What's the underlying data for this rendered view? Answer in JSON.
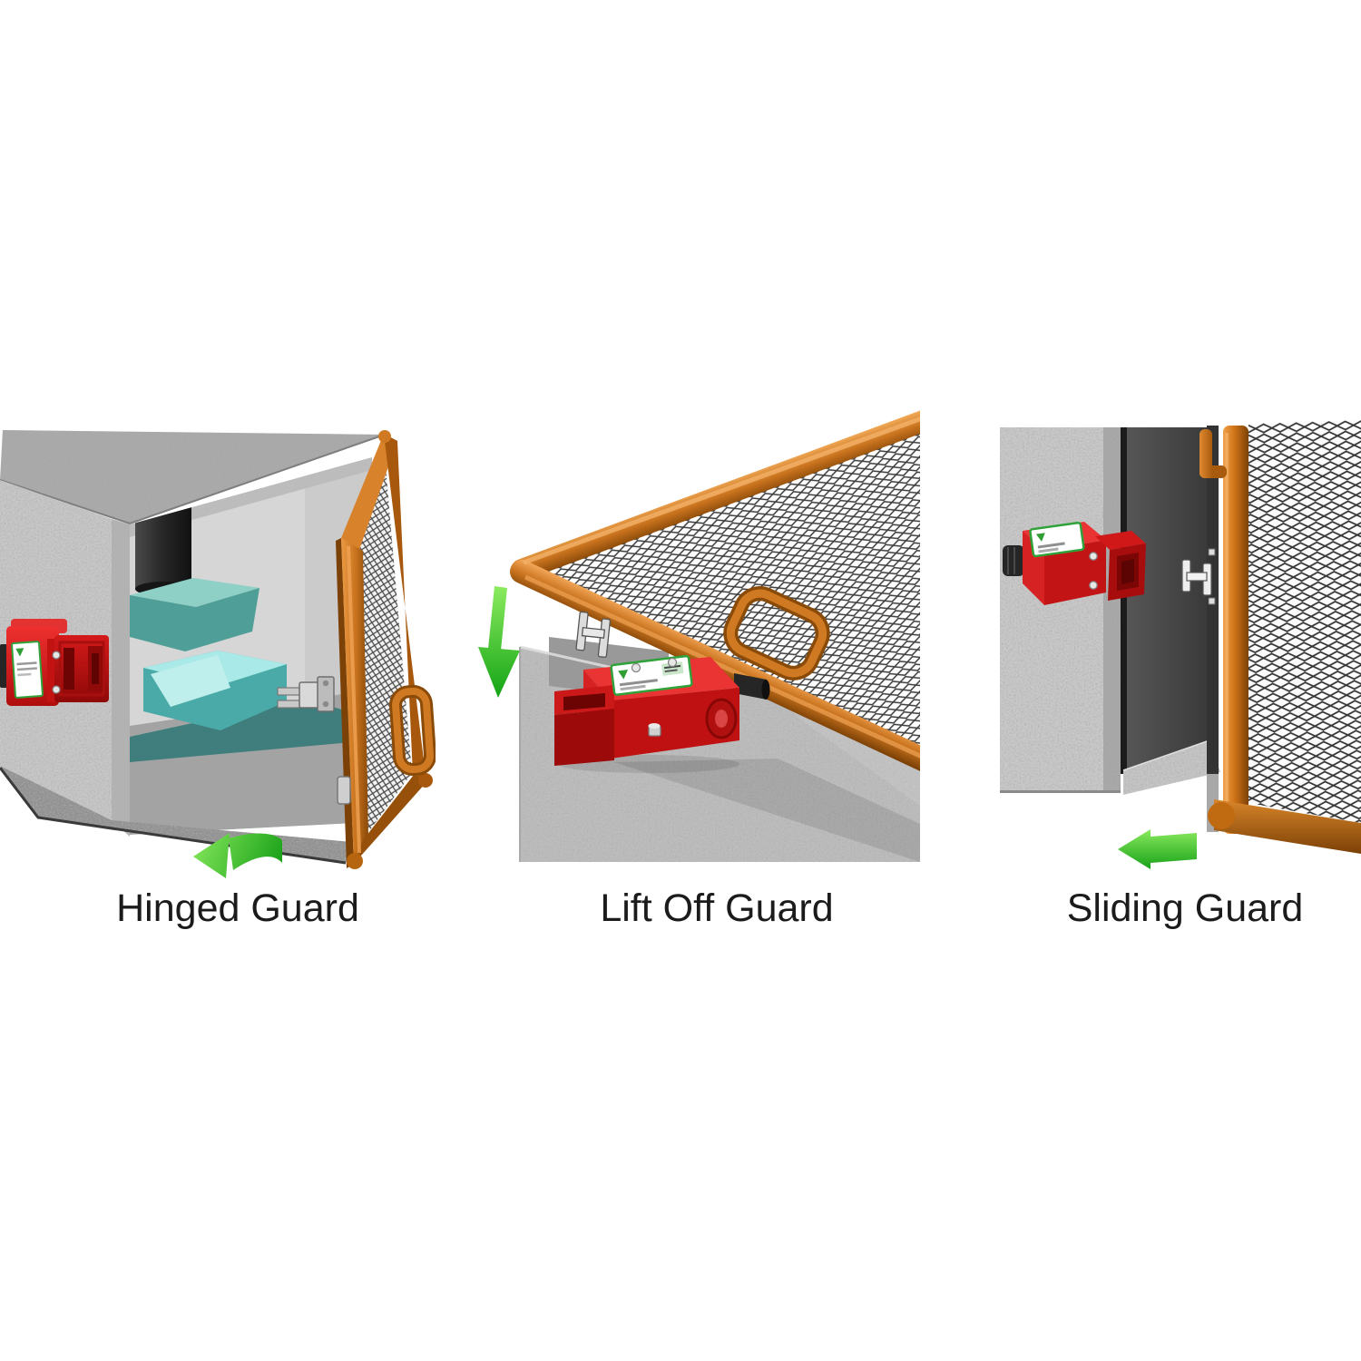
{
  "figure": {
    "type": "product-application-diagram",
    "panels": [
      {
        "caption": "Hinged Guard",
        "arrow_icon": "curved-arrow-left-icon",
        "arrow_color": "#3ecf35"
      },
      {
        "caption": "Lift Off Guard",
        "arrow_icon": "arrow-down-icon",
        "arrow_color": "#3ecf35"
      },
      {
        "caption": "Sliding Guard",
        "arrow_icon": "arrow-left-icon",
        "arrow_color": "#3ecf35"
      }
    ],
    "colors": {
      "background": "#ffffff",
      "guard_frame_orange": "#c9731e",
      "switch_red": "#d31d1d",
      "arrow_green": "#3ecf35",
      "metal_gray": "#bdbdbd",
      "mesh_dark": "#3c3c3c",
      "machine_teal": "#4f9e97",
      "workpiece_cyan": "#a9e9e7",
      "label_green_border": "#2fa23a",
      "caption_text": "#1b1b1b"
    }
  }
}
